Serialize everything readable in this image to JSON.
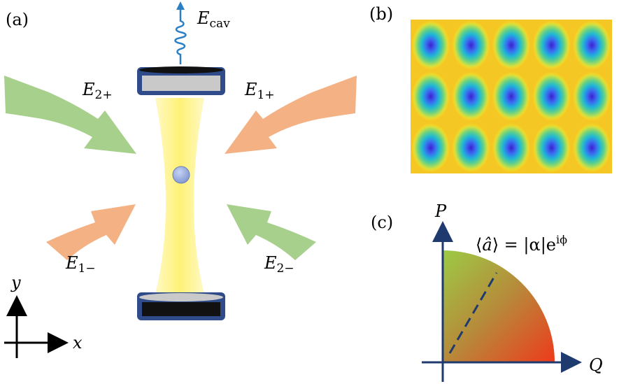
{
  "panels": {
    "a": "(a)",
    "b": "(b)",
    "c": "(c)"
  },
  "fields": {
    "cavity": {
      "sym": "E",
      "sub": "cav"
    },
    "pump_2_plus": {
      "sym": "E",
      "sub": "2+"
    },
    "pump_1_plus": {
      "sym": "E",
      "sub": "1+"
    },
    "pump_1_minus": {
      "sym": "E",
      "sub": "1−"
    },
    "pump_2_minus": {
      "sym": "E",
      "sub": "2−"
    }
  },
  "axes": {
    "x": "x",
    "y": "y",
    "P": "P",
    "Q": "Q"
  },
  "formula": {
    "lhs": "⟨",
    "a": "â",
    "mid": "⟩ = |α|e",
    "sup": "iϕ"
  },
  "colors": {
    "green_arrow": "#a8d08d",
    "orange_arrow": "#f4b183",
    "mirror_rim": "#2f4b8a",
    "beam": "#fff59d",
    "atom": "#9aaee0",
    "axis_blue": "#1f3a6e"
  },
  "icons": [
    "cavity-output-wave-icon",
    "atom-icon",
    "mirror-icon"
  ]
}
